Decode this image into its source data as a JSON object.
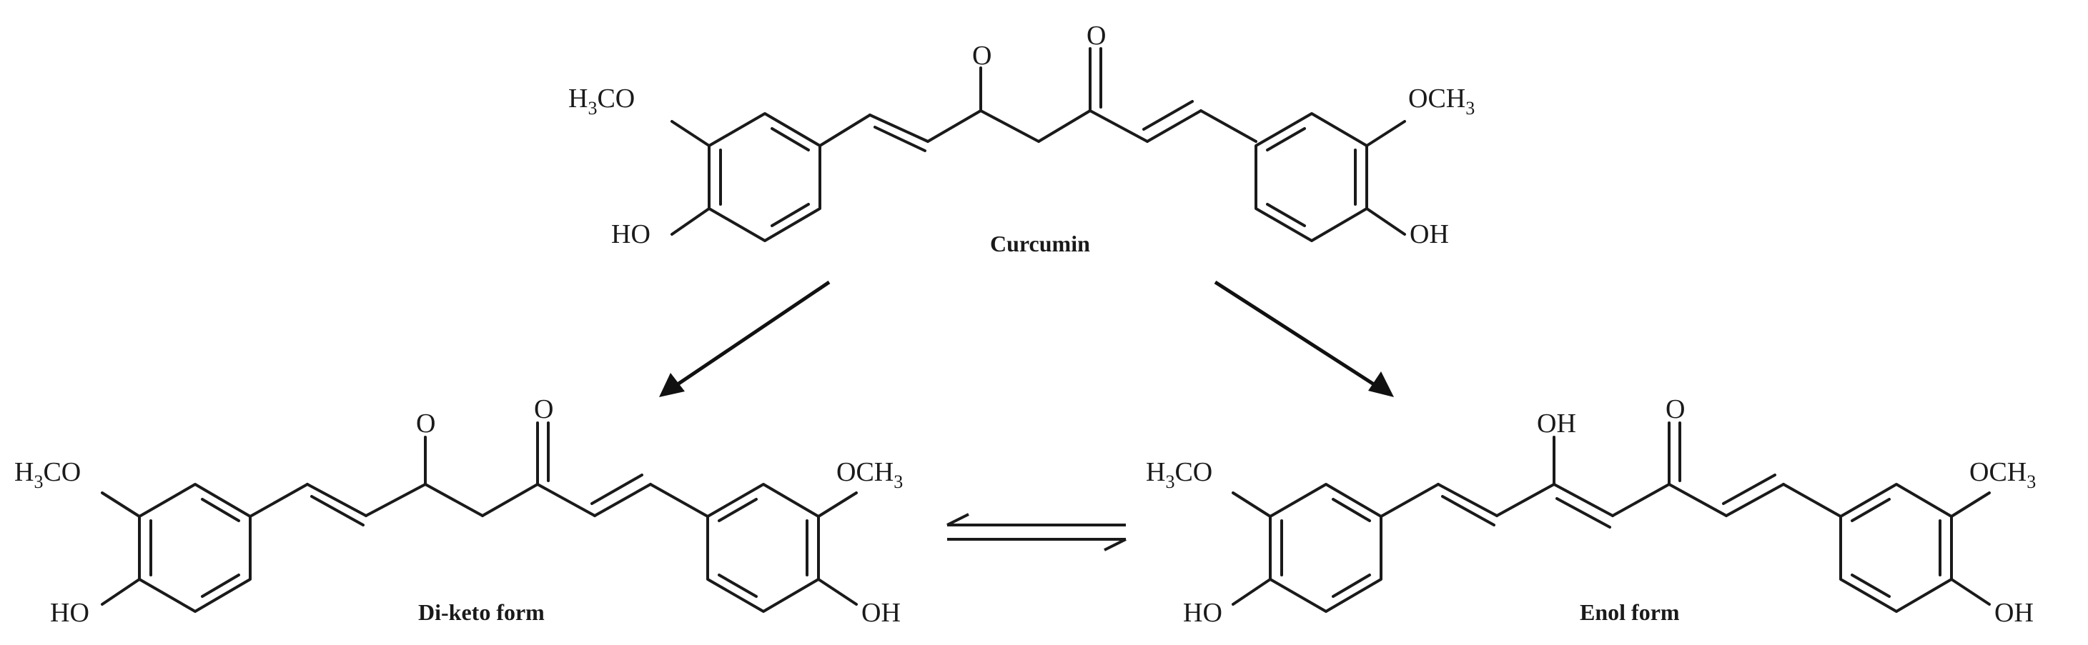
{
  "molecules": {
    "curcumin": {
      "caption": "Curcumin",
      "methoxy_left": "H3CO",
      "methoxy_right": "OCH3",
      "hydroxy_left": "HO",
      "hydroxy_right": "OH",
      "oxygen_1": "O",
      "oxygen_2": "O"
    },
    "diketo": {
      "caption": "Di-keto form",
      "methoxy_left": "H3CO",
      "methoxy_right": "OCH3",
      "hydroxy_left": "HO",
      "hydroxy_right": "OH",
      "oxygen_1": "O",
      "oxygen_2": "O"
    },
    "enol": {
      "caption": "Enol form",
      "methoxy_left": "H3CO",
      "methoxy_right": "OCH3",
      "hydroxy_left": "HO",
      "hydroxy_right": "OH",
      "oxygen_1": "OH",
      "oxygen_2": "O"
    }
  }
}
